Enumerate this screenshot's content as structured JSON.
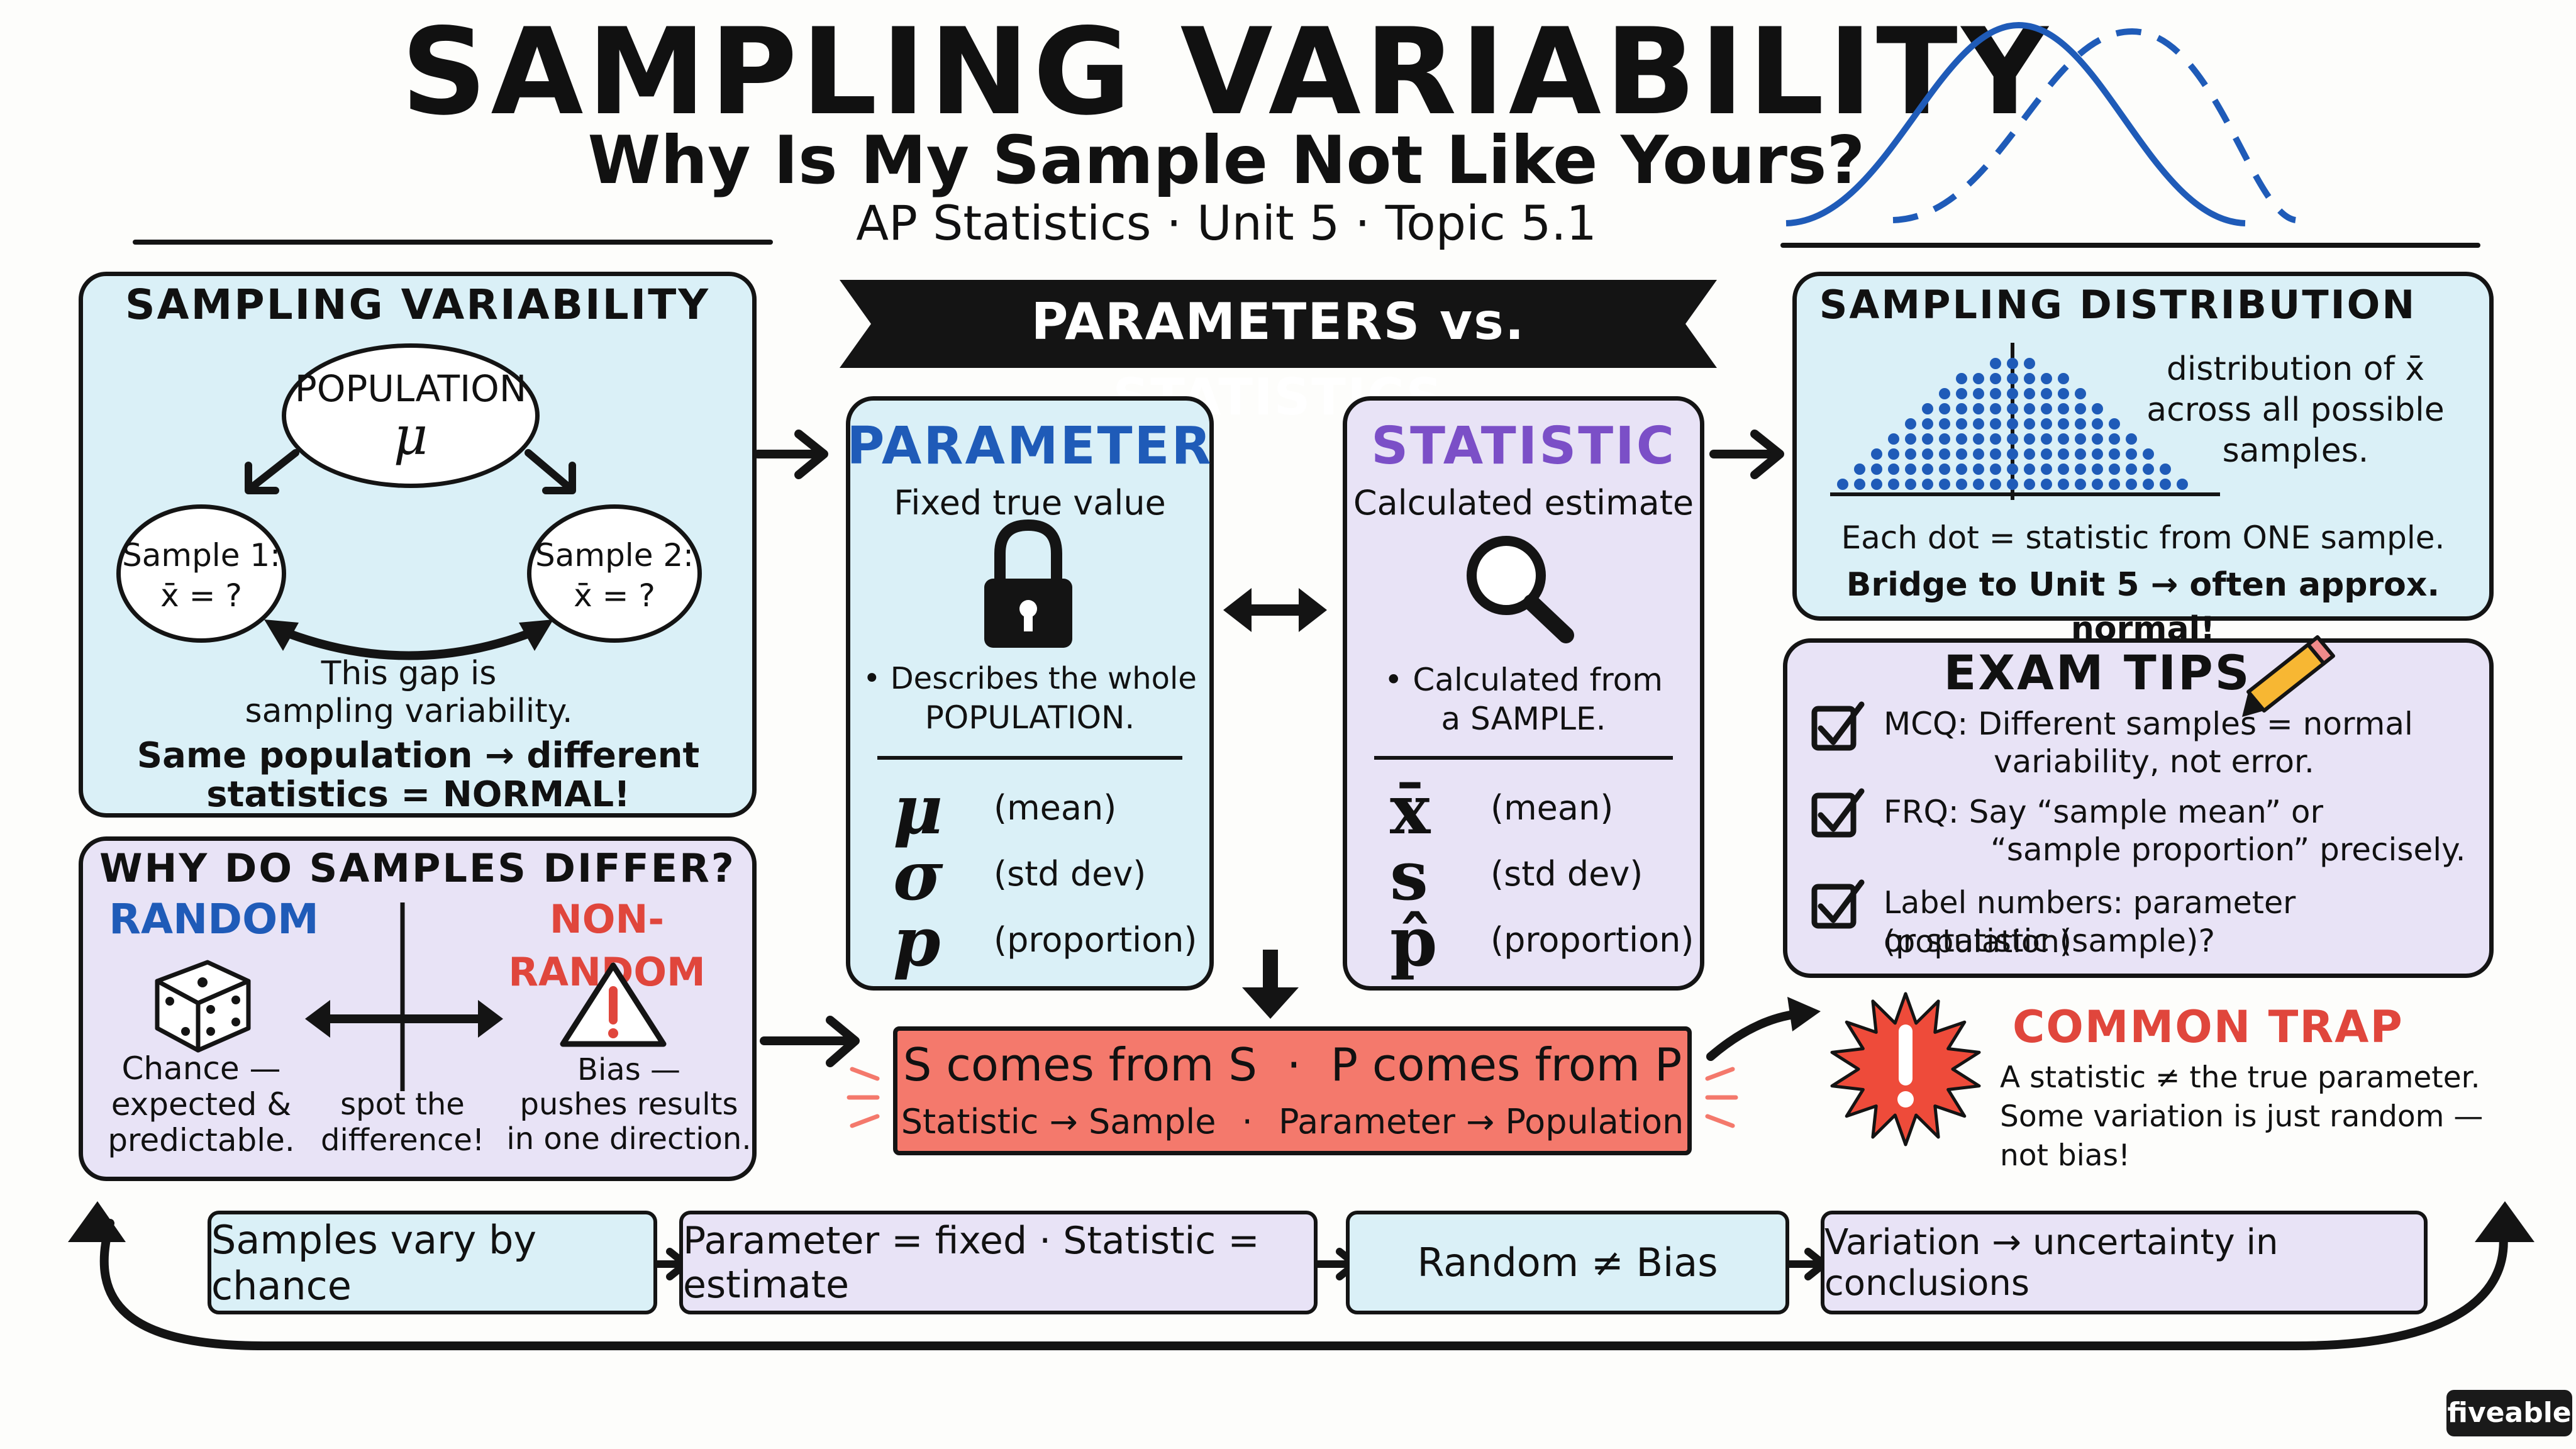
{
  "header": {
    "title": "SAMPLING VARIABILITY",
    "subtitle": "Why Is My Sample Not Like Yours?",
    "course_line": "AP Statistics · Unit 5 · Topic 5.1"
  },
  "sampling_variability": {
    "heading": "SAMPLING VARIABILITY",
    "population_label": "POPULATION",
    "population_symbol": "μ",
    "sample1_label": "Sample 1:",
    "sample1_value": "x̄ = ?",
    "sample2_label": "Sample 2:",
    "sample2_value": "x̄ = ?",
    "gap_line1": "This gap is",
    "gap_line2": "sampling variability.",
    "conclusion_line1": "Same population → different",
    "conclusion_line2": "statistics = NORMAL!"
  },
  "why_differ": {
    "heading": "WHY DO SAMPLES DIFFER?",
    "random_label": "RANDOM",
    "random_desc_line1": "Chance —",
    "random_desc_line2": "expected &",
    "random_desc_line3": "predictable.",
    "middle_line1": "spot the",
    "middle_line2": "difference!",
    "nonrandom_label": "NON-RANDOM",
    "nonrandom_desc_line1": "Bias —",
    "nonrandom_desc_line2": "pushes results",
    "nonrandom_desc_line3": "in one direction.",
    "colors": {
      "random": "#1f5bb8",
      "nonrandom": "#e0463c"
    }
  },
  "banner": {
    "label": "PARAMETERS vs. STATISTICS"
  },
  "parameter": {
    "heading": "PARAMETER",
    "subheading": "Fixed true value",
    "icon": "lock-icon",
    "desc_line1": "• Describes the whole",
    "desc_line2": "POPULATION.",
    "rows": [
      {
        "symbol": "μ",
        "meaning": "(mean)"
      },
      {
        "symbol": "σ",
        "meaning": "(std dev)"
      },
      {
        "symbol": "p",
        "meaning": "(proportion)"
      }
    ],
    "color": "#1f5bb8"
  },
  "statistic": {
    "heading": "STATISTIC",
    "subheading": "Calculated estimate",
    "icon": "magnifier-icon",
    "desc_line1": "• Calculated from",
    "desc_line2": "a SAMPLE.",
    "rows": [
      {
        "symbol": "x̄",
        "meaning": "(mean)"
      },
      {
        "symbol": "s",
        "meaning": "(std dev)"
      },
      {
        "symbol": "p̂",
        "meaning": "(proportion)"
      }
    ],
    "color": "#7b4fc7"
  },
  "sampling_distribution": {
    "heading": "SAMPLING DISTRIBUTION",
    "desc_line1": "distribution of x̄",
    "desc_line2": "across all possible",
    "desc_line3": "samples.",
    "dot_note": "Each dot = statistic from ONE sample.",
    "bridge_note": "Bridge to Unit 5 → often approx. normal!"
  },
  "exam_tips": {
    "heading": "EXAM TIPS",
    "tips": [
      {
        "line1": "MCQ: Different samples = normal",
        "line2": "variability, not error."
      },
      {
        "line1": "FRQ: Say “sample mean” or",
        "line2": "“sample proportion” precisely."
      },
      {
        "line1": "Label numbers: parameter (population)",
        "line2": "or statistic (sample)?"
      }
    ]
  },
  "rule_box": {
    "line1_left": "S comes from S",
    "line1_sep": "·",
    "line1_right": "P comes from P",
    "line2_left": "Statistic → Sample",
    "line2_sep": "·",
    "line2_right": "Parameter → Population",
    "color": "#f4796c"
  },
  "common_trap": {
    "heading": "COMMON TRAP",
    "line1": "A statistic ≠ the true parameter.",
    "line2": "Some variation is just random —",
    "line3": "not bias!",
    "color": "#e0463c"
  },
  "flow": [
    "Samples vary by chance",
    "Parameter = fixed · Statistic = estimate",
    "Random ≠ Bias",
    "Variation → uncertainty in conclusions"
  ],
  "brand": {
    "name": "fiveable"
  }
}
